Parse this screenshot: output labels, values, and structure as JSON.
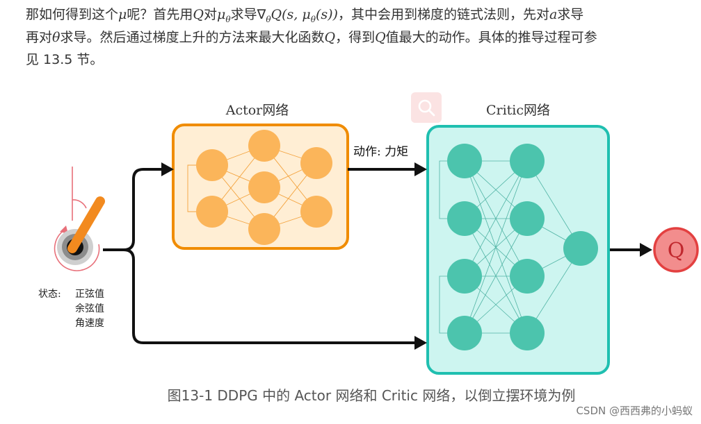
{
  "paragraph": {
    "line1": {
      "t1": "那如何得到这个",
      "mu": "μ",
      "t2": "呢？首先用",
      "Q": "Q",
      "t3": "对",
      "mu_theta": "μ",
      "theta_sub": "θ",
      "t4": "求导",
      "grad_expr": "∇",
      "grad_sub": "θ",
      "grad_tail": "Q(s, μ",
      "grad_sub2": "θ",
      "grad_end": "(s))",
      "t5": "，其中会用到梯度的链式法则，先对",
      "a": "a",
      "t6": "求导"
    },
    "line2": {
      "t1": "再对",
      "theta": "θ",
      "t2": "求导。然后通过梯度上升的方法来最大化函数",
      "Q1": "Q",
      "t3": "，得到",
      "Q2": "Q",
      "t4": "值最大的动作。具体的推导过程可参"
    },
    "line3": "见 13.5 节。"
  },
  "diagram": {
    "actor_title": "Actor网络",
    "critic_title": "Critic网络",
    "action_label": "动作: 力矩",
    "state_label": "状态:",
    "state_items": [
      "正弦值",
      "余弦值",
      "角速度"
    ],
    "output_label": "Q",
    "colors": {
      "actor_border": "#f08c00",
      "actor_fill": "#ffeed4",
      "actor_node": "#fbb55a",
      "critic_border": "#1fbfb0",
      "critic_fill": "#cdf5f0",
      "critic_node": "#4cc4ad",
      "q_fill": "#f28d8d",
      "q_border": "#e34040",
      "arrow": "#111111",
      "pendulum": "#f28a1f"
    }
  },
  "caption": "图13-1 DDPG 中的 Actor 网络和 Critic 网络，以倒立摆环境为例",
  "watermark": "CSDN @西西弗的小蚂蚁",
  "search_icon": "magnifier-icon"
}
